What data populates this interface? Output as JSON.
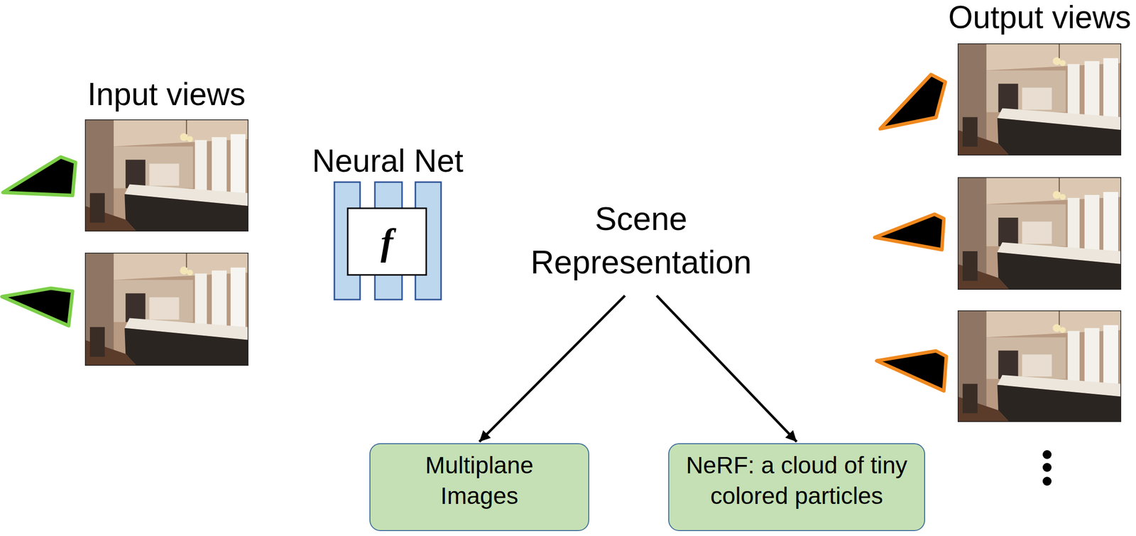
{
  "diagram": {
    "nodes": [
      {
        "text": [
          "Neural Net",
          "f"
        ]
      },
      {
        "text": [
          "Scene Representation"
        ]
      },
      {
        "text": [
          "Multiplane Images"
        ]
      },
      {
        "text": [
          "NeRF: a cloud of tiny colored particles"
        ]
      }
    ],
    "edges": [
      {
        "from": 1,
        "to": 2,
        "arrow": "to"
      },
      {
        "from": 1,
        "to": 3,
        "arrow": "to"
      }
    ],
    "labels": [
      "Input views",
      "Output views"
    ]
  }
}
